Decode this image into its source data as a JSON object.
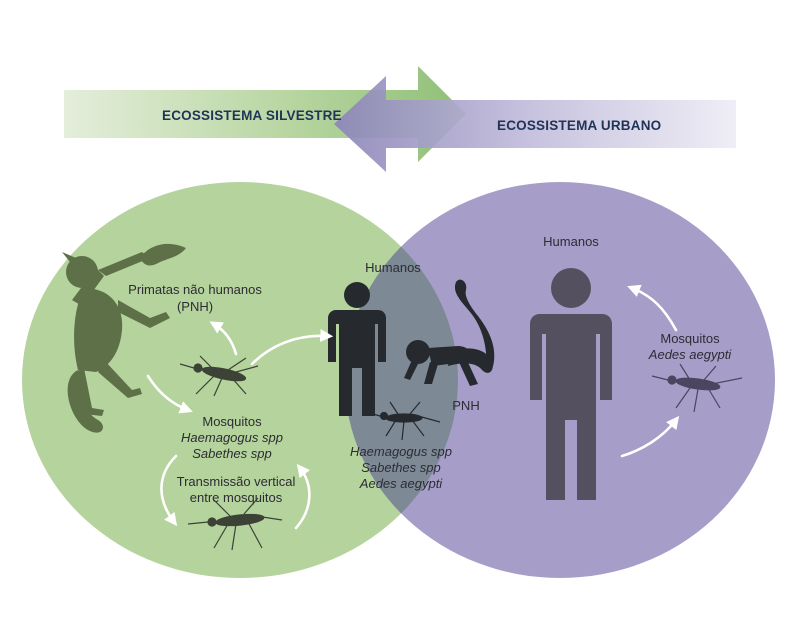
{
  "banners": {
    "silvestre": "ECOSSISTEMA SILVESTRE",
    "urbano": "ECOSSISTEMA URBANO"
  },
  "left": {
    "primatas": [
      "Primatas não humanos",
      "(PNH)"
    ],
    "mosquitos_title": "Mosquitos",
    "mosquitos_species": [
      "Haemagogus spp",
      "Sabethes spp"
    ],
    "transmissao": [
      "Transmissão vertical",
      "entre mosquitos"
    ]
  },
  "center": {
    "humanos": "Humanos",
    "pnh": "PNH",
    "species": [
      "Haemagogus spp",
      "Sabethes spp",
      "Aedes aegypti"
    ]
  },
  "right": {
    "humanos": "Humanos",
    "mosquitos_title": "Mosquitos",
    "mosquitos_species": "Aedes aegypti"
  },
  "colors": {
    "silvestre_green": "#b5d39c",
    "urbano_purple": "#a69ec8",
    "overlap": "#7d8a96",
    "silhouette_dark": "#262a2e",
    "silhouette_human_right": "#54505f",
    "monkey_green": "#5d7048",
    "banner_text": "#1f3456"
  }
}
